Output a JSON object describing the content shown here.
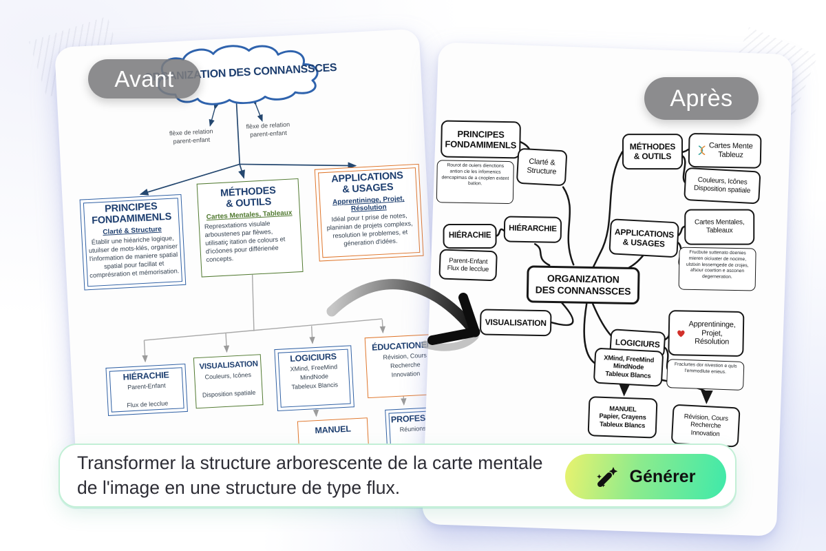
{
  "badges": {
    "before": "Avant",
    "after": "Après"
  },
  "colors": {
    "navy_text": "#1d3e6f",
    "blue_border": "#2e5fa3",
    "green_border": "#50792f",
    "orange_border": "#df752a",
    "ink": "#171717",
    "badge_gray": "#7c7c7e",
    "button_gradient_from": "#e9f26e",
    "button_gradient_to": "#3fe9aa",
    "bar_border": "#c2efd6"
  },
  "before": {
    "cloud_title": "ORGANIZATION DES CONNANSSCES",
    "relation_labels": [
      "flèxe de relation\nparent-enfant",
      "flèxe de relation\nparent-enfant"
    ],
    "principes": {
      "title": "PRINCIPES\nFONDAMIMENLS",
      "subtitle": "Clarté & Structure",
      "body": "Établir une hiéariche logique, utuilser de mots-klés, organiser l'information de maniere spatial spatial pour facillat et comprésration et mémorisation."
    },
    "methodes": {
      "title": "MÉTHODES\n& OUTILS",
      "subtitle": "Cartes Mentales, Tableaux",
      "body": "Represxtations visulale arboustenes par flèwes, utilisatiç itation de colours et d'icóones pour différienée concepts."
    },
    "applications": {
      "title": "APPLICATIONS\n& USAGES",
      "subtitle": "Apprentininge, Projet, Résolution",
      "body": "Idéal pour t prise de notes, planinian de projets complexs, resolution le problemes, et géneration d'idées."
    },
    "hierachie": {
      "title": "HIÉRACHIE",
      "body": "Parent-Enfant\n\nFlux de lecclue"
    },
    "visualisation": {
      "title": "VISUALISATION",
      "body": "Couleurs, Icônes\n\nDisposition spatiale"
    },
    "logiciurs": {
      "title": "LOGICIURS",
      "body": "XMind, FreeMind\nMindNode\nTabeleux Blancis"
    },
    "educationell": {
      "title": "ÉDUCATIONELL",
      "body": "Révision, Cours\nRecherche\nInnovation"
    },
    "manuel": {
      "title": "MANUEL"
    },
    "professionn": {
      "title": "PROFESSIONN",
      "body": "Réunions, Strat"
    }
  },
  "after": {
    "center": "ORGANIZATION\nDES CONNANSSCES",
    "principes": "PRINCIPES\nFONDAMIMENLS",
    "principes_note": "Rourot de ouiers dienctions antion cle les infomenics dencapimas de a cnoplen extent bation.",
    "clarte": "Clarté &\nStructure",
    "methodes": "MÉTHODES\n& OUTILS",
    "cartes_mente": "Cartes Mente\nTableuz",
    "couleurs": "Couleurs, Icônes\nDisposition spatiale",
    "hierarchie_small": "HIÉRACHIE",
    "hierarchie": "HIÉRARCHIE",
    "parent_enfant": "Parent-Enfant\nFlux de lecclue",
    "applications": "APPLICATIONS\n& USAGES",
    "cartes_mentales": "Cartes Mentales,\nTableaux",
    "applications_note": "Frucbute suttenato doenies mieren oiciuater de nocime, ulstixin lessemgede de crojes, afsour coartion e asconen degerneration.",
    "visualisation": "VISUALISATION",
    "logiciurs": "LOGICIURS",
    "apprentininge": "Apprentininge,\nProjet,\nRésolution",
    "logiciurs_note": "Fraclurtes dor nivestion e quls l'emmodlute enieus.",
    "xmind": "XMind, FreeMind\nMindNode\nTableux Blancs",
    "manuel": "MANUEL\nPapier, Crayens\nTableux Blancs",
    "revision": "Révision, Cours\nRecherche\nInnovation",
    "icons": {
      "cartes_mente": "dna-icon",
      "apprentininge": "heart-icon"
    }
  },
  "prompt": {
    "text": "Transformer la structure arborescente de la carte mentale de l'image en une structure de type flux.",
    "button_label": "Générer",
    "button_icon": "magic-wand-icon"
  }
}
